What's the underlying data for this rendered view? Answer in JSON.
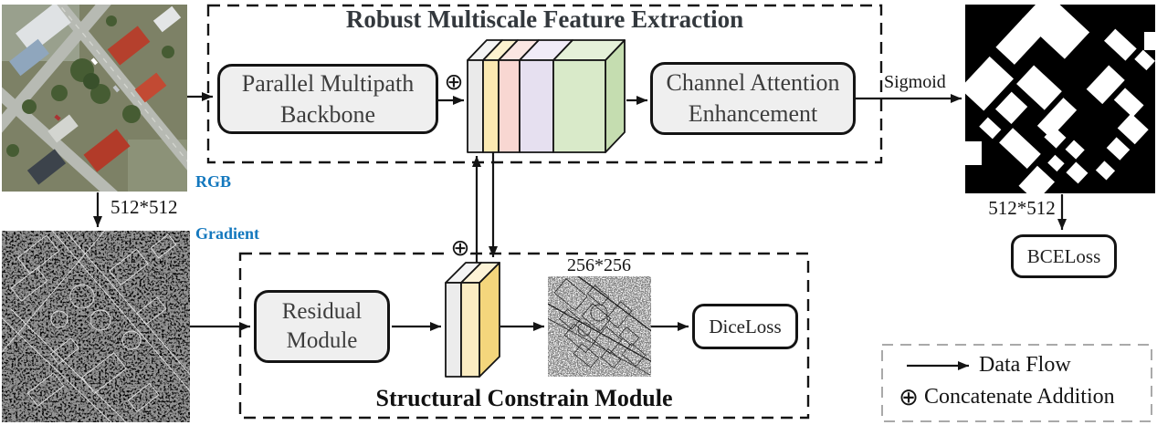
{
  "figure": {
    "type": "network-architecture-diagram",
    "description": "Building extraction network with robust multiscale feature extraction and structural constrain module"
  },
  "inputs": {
    "rgb_label": "RGB",
    "rgb_size": "512*512",
    "gradient_label": "Gradient"
  },
  "modules": {
    "top": {
      "title": "Robust Multiscale Feature Extraction",
      "backbone_line1": "Parallel Multipath",
      "backbone_line2": "Backbone",
      "attention_line1": "Channel Attention",
      "attention_line2": "Enhancement",
      "sigmoid_label": "Sigmoid"
    },
    "bottom": {
      "title": "Structural Constrain Module",
      "residual_line1": "Residual",
      "residual_line2": "Module"
    }
  },
  "outputs": {
    "mask_size": "512*512",
    "edge_size": "256*256"
  },
  "losses": {
    "bce": "BCELoss",
    "dice": "DiceLoss"
  },
  "legend": {
    "data_flow": "Data Flow",
    "concat": "Concatenate Addition"
  },
  "symbols": {
    "concatenate": "⊕"
  },
  "colors": {
    "accent_blue": "#1478BE",
    "module_border": "#141414",
    "box_fill": "#EFEFEF",
    "legend_border": "#A9A9A9",
    "big_stack_layers": [
      "#EAEAEA",
      "#FBE9B2",
      "#F8D7D2",
      "#E6E0F0",
      "#D9EAC9"
    ],
    "big_stack_side": "#C5DDB0",
    "small_stack_layers": [
      "#ECECEC",
      "#FAECC2"
    ],
    "small_stack_side": "#F4D67C"
  }
}
